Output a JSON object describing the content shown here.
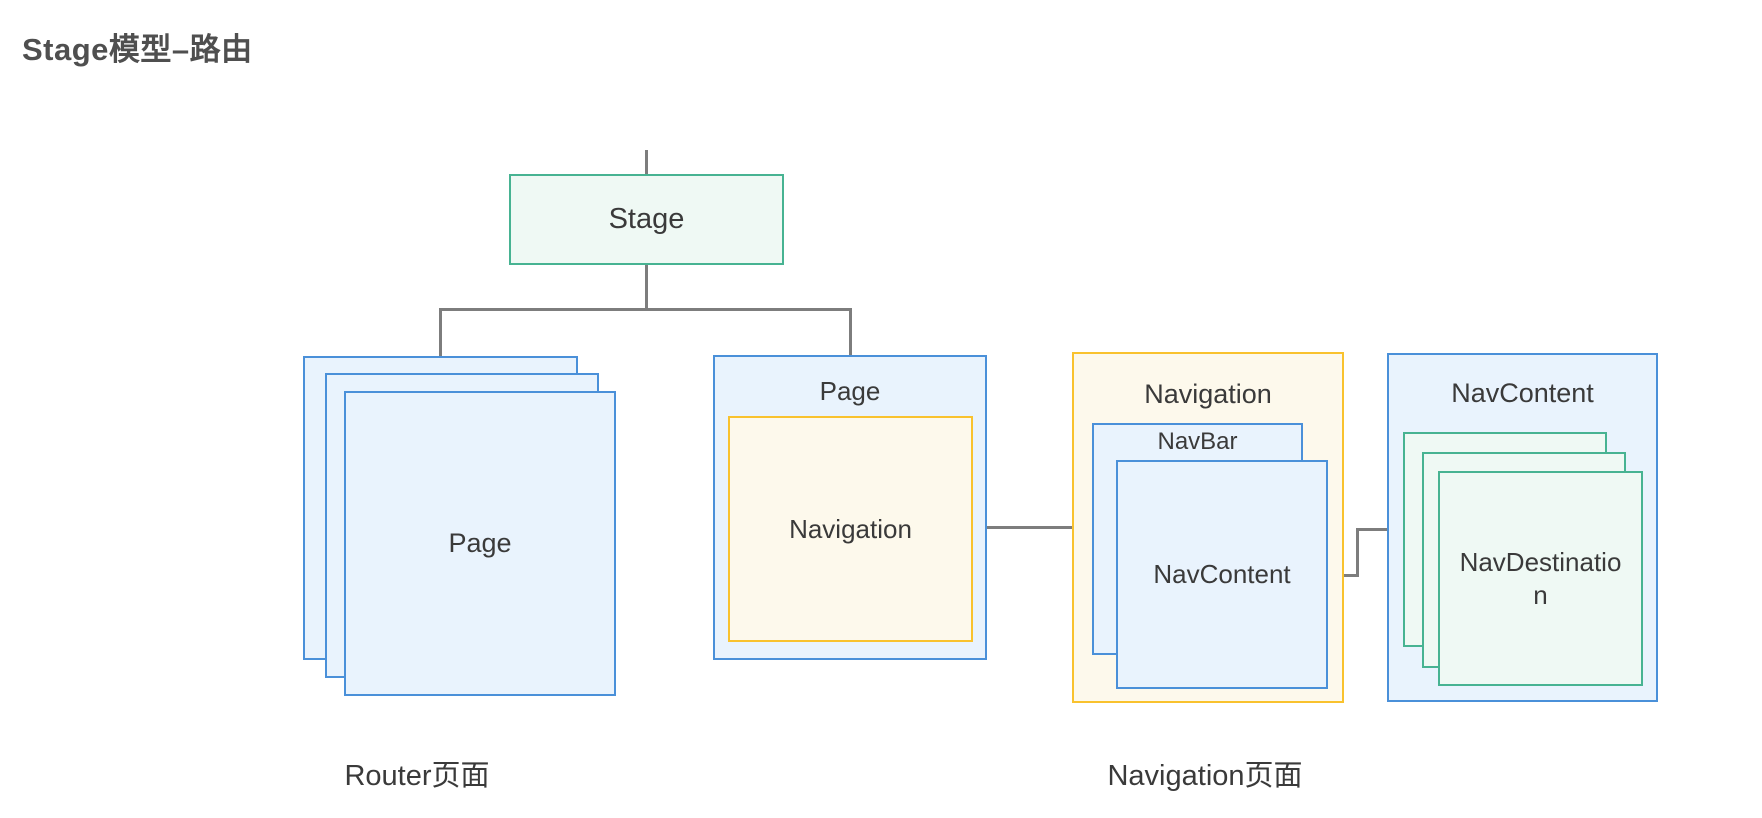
{
  "title": "Stage模型–路由",
  "colors": {
    "green_border": "#47b392",
    "green_fill": "#eff9f4",
    "blue_border": "#4a90d9",
    "blue_fill": "#e9f3fd",
    "yellow_border": "#f9c22e",
    "yellow_fill": "#fdf9ec",
    "line": "#7d7d7d",
    "text": "#3a3a3a",
    "title_text": "#4f4f4f"
  },
  "nodes": {
    "stage": {
      "label": "Stage"
    },
    "router_stack": {
      "page_label": "Page",
      "caption": "Router页面"
    },
    "page": {
      "label": "Page",
      "navigation_label": "Navigation"
    },
    "navigation": {
      "label": "Navigation",
      "navbar_label": "NavBar",
      "navcontent_label": "NavContent",
      "caption": "Navigation页面"
    },
    "navcontent": {
      "label": "NavContent",
      "navdestination_label": "NavDestination"
    }
  }
}
